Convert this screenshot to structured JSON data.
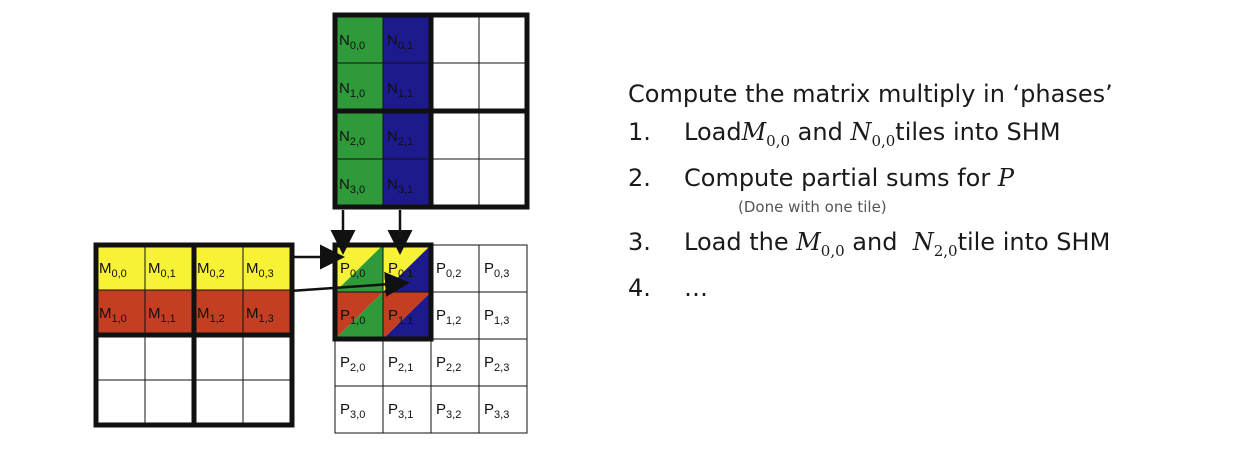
{
  "diagram": {
    "n_labels": [
      [
        "N0,0",
        "N0,1"
      ],
      [
        "N1,0",
        "N1,1"
      ],
      [
        "N2,0",
        "N2,1"
      ],
      [
        "N3,0",
        "N3,1"
      ]
    ],
    "m_labels": [
      [
        "M0,0",
        "M0,1",
        "M0,2",
        "M0,3"
      ],
      [
        "M1,0",
        "M1,1",
        "M1,2",
        "M1,3"
      ]
    ],
    "p_labels": [
      [
        "P0,0",
        "P0,1",
        "P0,2",
        "P0,3"
      ],
      [
        "P1,0",
        "P1,1",
        "P1,2",
        "P1,3"
      ],
      [
        "P2,0",
        "P2,1",
        "P2,2",
        "P2,3"
      ],
      [
        "P3,0",
        "P3,1",
        "P3,2",
        "P3,3"
      ]
    ],
    "colors": {
      "green": "#2e9a3a",
      "blue": "#1c1a8c",
      "yellow": "#f7f236",
      "red": "#c43f22",
      "border": "#111111"
    }
  },
  "text": {
    "heading": "Compute the matrix multiply in ‘phases’",
    "items": [
      {
        "num": "1.",
        "pre": "Load ",
        "v1": "M",
        "s1": "0,0",
        "mid": " and ",
        "v2": "N",
        "s2": "0,0",
        "post": " tiles into SHM"
      },
      {
        "num": "2.",
        "pre": "Compute partial sums for ",
        "v1": "P",
        "s1": "",
        "mid": "",
        "v2": "",
        "s2": "",
        "post": ""
      },
      {
        "num": "3.",
        "pre": "Load the ",
        "v1": "M",
        "s1": "0,0",
        "mid": " and  ",
        "v2": "N",
        "s2": "2,0",
        "post": " tile into SHM"
      },
      {
        "num": "4.",
        "pre": "…",
        "v1": "",
        "s1": "",
        "mid": "",
        "v2": "",
        "s2": "",
        "post": ""
      }
    ],
    "note": "(Done with one tile)"
  }
}
